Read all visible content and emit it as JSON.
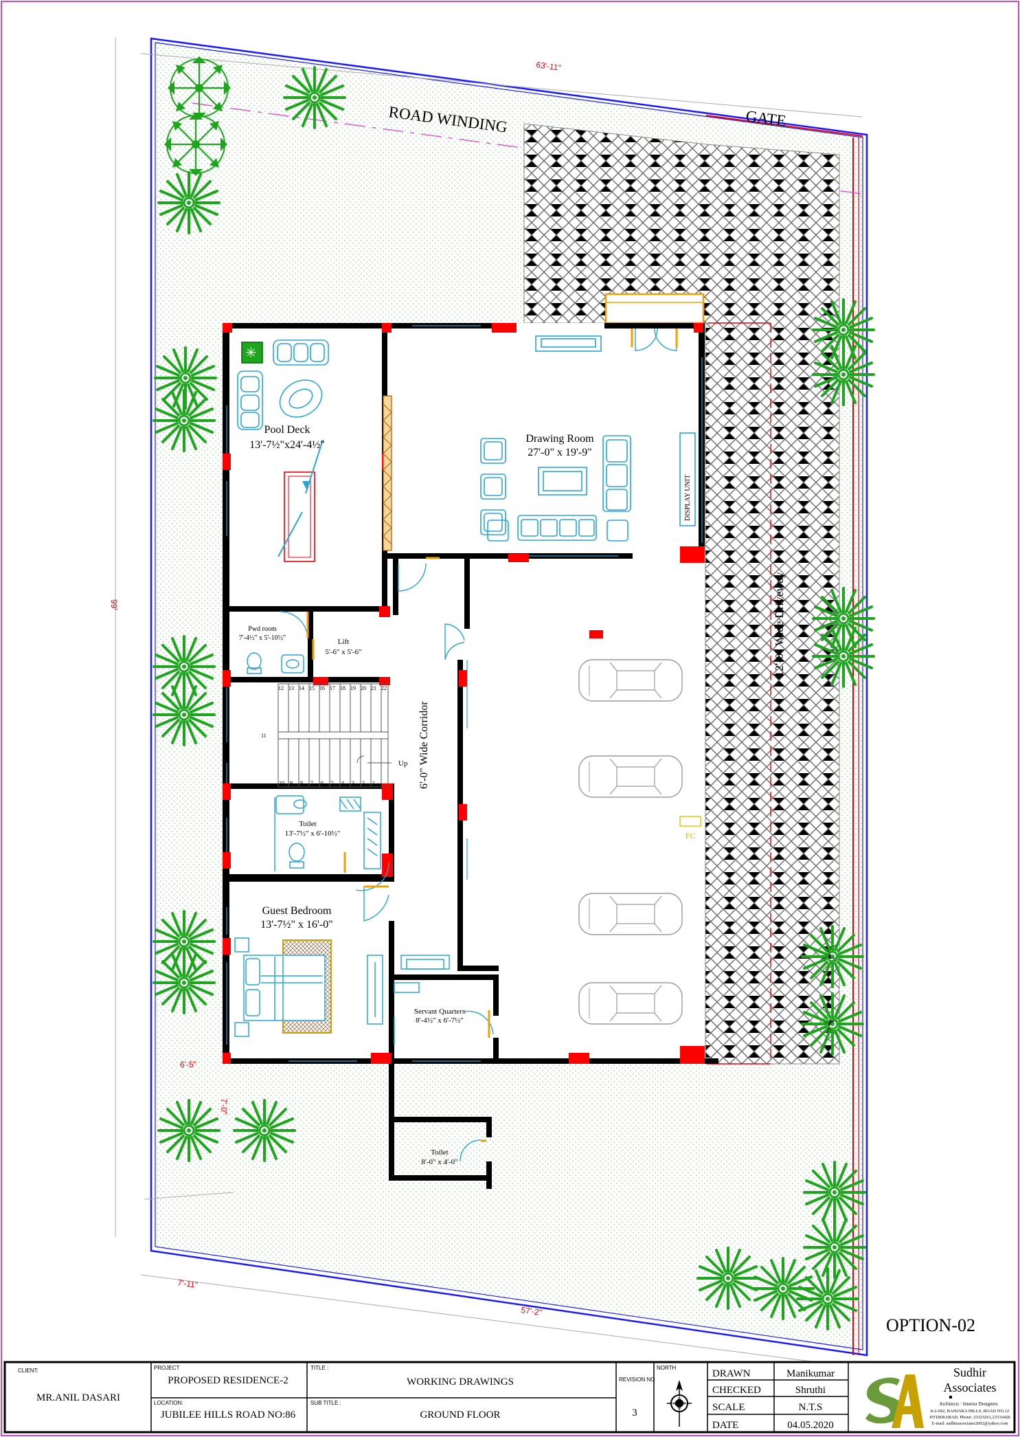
{
  "plan": {
    "dims": {
      "top": "63'-11\"",
      "left": "99'",
      "bottom": "57'-2\"",
      "corner": "7'-11\"",
      "side_gap": "6'-5\"",
      "rear_gap": "7'-0\""
    },
    "road": "ROAD WINDING",
    "gate": "GATE",
    "option": "OPTION-02",
    "rooms": {
      "pool_name": "Pool Deck",
      "pool_size": "13'-7½\"x24'-4½\"",
      "drawing_name": "Drawing Room",
      "drawing_size": "27'-0\" x 19'-9\"",
      "display": "DISPLAY UNIT",
      "driveway": "12'-0\" Wide Driveway",
      "pwd_name": "Pwd room",
      "pwd_size": "7'-4½\" x 5'-10½\"",
      "lift_name": "Lift",
      "lift_size": "5'-6\" x 5'-6\"",
      "corridor": "6'-0\" Wide Corridor",
      "toilet1_name": "Toilet",
      "toilet1_size": "13'-7½\" x 6'-10½\"",
      "guest_name": "Guest Bedroom",
      "guest_size": "13'-7½\" x 16'-0\"",
      "servant_name": "Servant Quarters",
      "servant_size": "8'-4½\" x 6'-7½\"",
      "toilet2_name": "Toilet",
      "toilet2_size": "8'-0\" x 4'-0\"",
      "up": "Up",
      "fc": "FC"
    },
    "stairs_top": [
      "12",
      "13",
      "14",
      "15",
      "16",
      "17",
      "18",
      "19",
      "20",
      "21",
      "22"
    ],
    "stairs_bottom": [
      "10",
      "9",
      "8",
      "7",
      "6",
      "5",
      "4",
      "3",
      "2",
      "1"
    ],
    "stairs_landing": "11"
  },
  "title_block": {
    "client_label": "CLIENT:",
    "client": "MR.ANIL DASARI",
    "project_label": "PROJECT",
    "project": "PROPOSED RESIDENCE-2",
    "location_label": "LOCATION:",
    "location": "JUBILEE HILLS ROAD NO:86",
    "title_label": "TITLE :",
    "title": "WORKING DRAWINGS",
    "subtitle_label": "SUB TITLE :",
    "subtitle": "GROUND FLOOR",
    "revision_label": "REVISION NO",
    "revision": "3",
    "north_label": "NORTH",
    "drawn_label": "DRAWN",
    "drawn": "Manikumar",
    "checked_label": "CHECKED",
    "checked": "Shruthi",
    "scale_label": "SCALE",
    "scale": "N.T.S",
    "date_label": "DATE",
    "date": "04.05.2020",
    "firm": "Sudhir",
    "firm2": "Associates",
    "firm_sub": "Architects · Interior Designers",
    "firm_addr1": "8-2-692, BANJARA HILLS, ROAD NO.12",
    "firm_addr2": "HYDERABAD. Phone: 23323261,23316428",
    "firm_email": "E-mail: sudhirassociates2002@yahoo.com"
  },
  "colors": {
    "boundary": "#1a1aff",
    "wall": "#000000",
    "column": "#ff0000",
    "furniture": "#2aa6d6",
    "tree": "#1ea51e",
    "dims": "#e8000b"
  }
}
